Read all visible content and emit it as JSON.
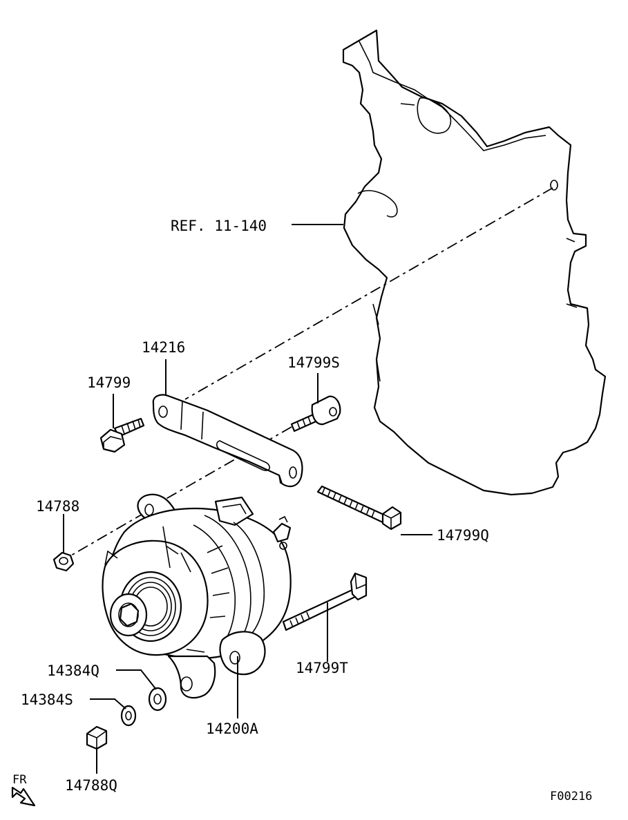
{
  "labels": {
    "ref": "REF. 11-140",
    "p14216": "14216",
    "p14799": "14799",
    "p14799S": "14799S",
    "p14788": "14788",
    "p14799Q": "14799Q",
    "p14799T": "14799T",
    "p14384Q": "14384Q",
    "p14384S": "14384S",
    "p14200A": "14200A",
    "p14788Q": "14788Q",
    "fr": "FR",
    "figure_code": "F00216"
  }
}
